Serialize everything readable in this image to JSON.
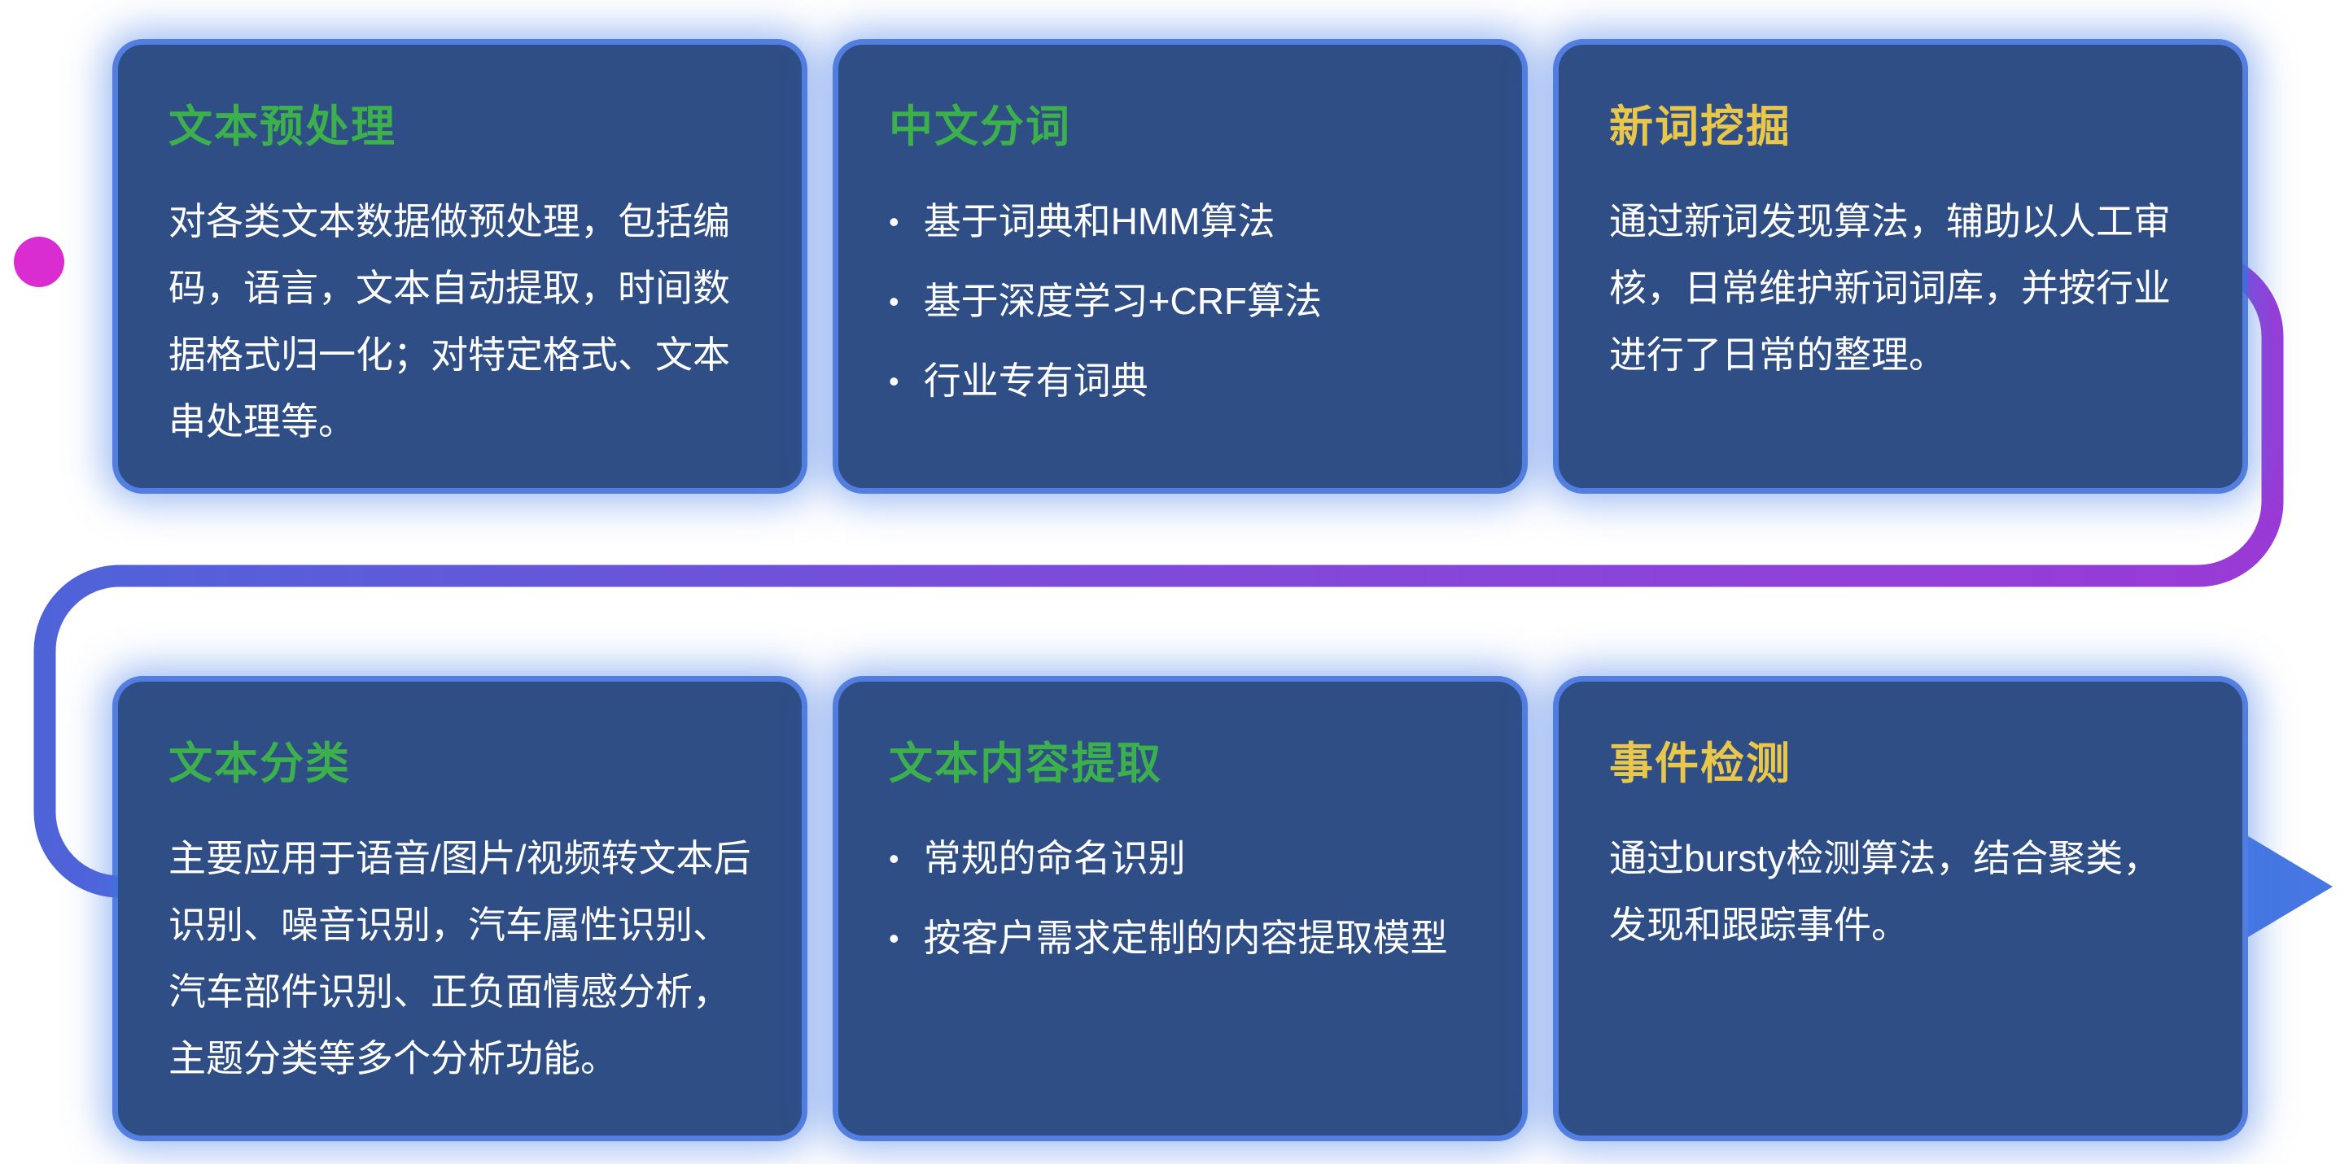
{
  "colors": {
    "background": "#ffffff",
    "card_bg": "#2f4e86",
    "card_border_glow": "#4070dc",
    "title_green": "#3cb04c",
    "title_yellow": "#e8c74b",
    "body_text": "#ffffff",
    "flow_magenta": "#d92cd1",
    "flow_magenta_deep": "#c32fd3",
    "flow_purple": "#9a3ad6",
    "flow_blue": "#4f63d9",
    "flow_arrow_blue": "#4677e2"
  },
  "flow": {
    "start_marker": "dot",
    "end_marker": "arrow-right",
    "direction": "row1 left-to-right, wraps down on right, returns left, row2 left-to-right to arrow"
  },
  "cards": [
    {
      "title": "文本预处理",
      "title_color": "green",
      "body": "对各类文本数据做预处理，包括编码，语言，文本自动提取，时间数据格式归一化；对特定格式、文本串处理等。",
      "bullets": []
    },
    {
      "title": "中文分词",
      "title_color": "green",
      "body": "",
      "bullets": [
        "基于词典和HMM算法",
        "基于深度学习+CRF算法",
        "行业专有词典"
      ]
    },
    {
      "title": "新词挖掘",
      "title_color": "yellow",
      "body": "通过新词发现算法，辅助以人工审核，日常维护新词词库，并按行业进行了日常的整理。",
      "bullets": []
    },
    {
      "title": "文本分类",
      "title_color": "green",
      "body": "主要应用于语音/图片/视频转文本后识别、噪音识别，汽车属性识别、汽车部件识别、正负面情感分析，主题分类等多个分析功能。",
      "bullets": []
    },
    {
      "title": "文本内容提取",
      "title_color": "green",
      "body": "",
      "bullets": [
        "常规的命名识别",
        "按客户需求定制的内容提取模型"
      ]
    },
    {
      "title": "事件检测",
      "title_color": "yellow",
      "body": "通过bursty检测算法，结合聚类，发现和跟踪事件。",
      "bullets": []
    }
  ]
}
